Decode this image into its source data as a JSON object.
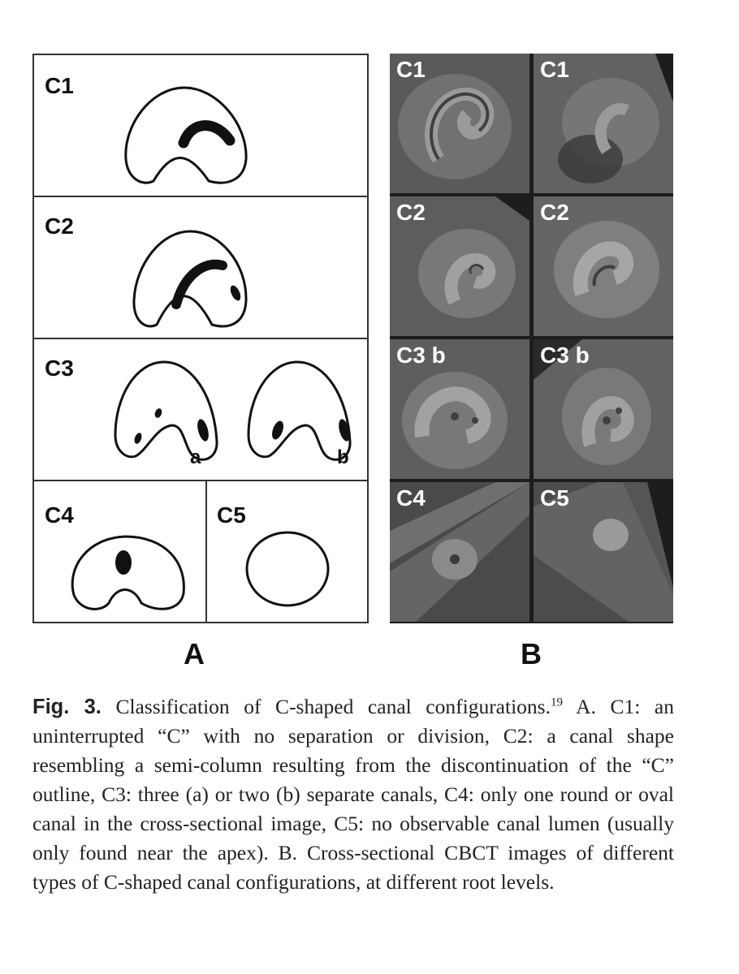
{
  "panel_a": {
    "row_labels": [
      "C1",
      "C2",
      "C3",
      "C4",
      "C5"
    ],
    "subfigure_labels": [
      "a",
      "b"
    ],
    "letter": "A"
  },
  "panel_b": {
    "cell_labels": [
      "C1",
      "C1",
      "C2",
      "C2",
      "C3 b",
      "C3 b",
      "C4",
      "C5"
    ],
    "letter": "B"
  },
  "caption": {
    "label": "Fig. 3.",
    "title": " Classification of C-shaped canal configurations.",
    "ref": "19",
    "body": " A. C1: an uninterrupted “C” with no separation or division, C2: a canal shape resembling a semi-column resulting from the discontinuation of the “C” outline, C3: three (a) or two (b) separate canals, C4: only one round or oval canal in the cross-sectional image, C5: no observable canal lumen (usually only found near the apex). B. Cross-sectional CBCT images of different types of C-shaped canal configurations, at different root levels."
  },
  "colors": {
    "ink": "#111111",
    "scan_dark": "#1d1d1d",
    "scan_mid": "#6f6f6f"
  }
}
